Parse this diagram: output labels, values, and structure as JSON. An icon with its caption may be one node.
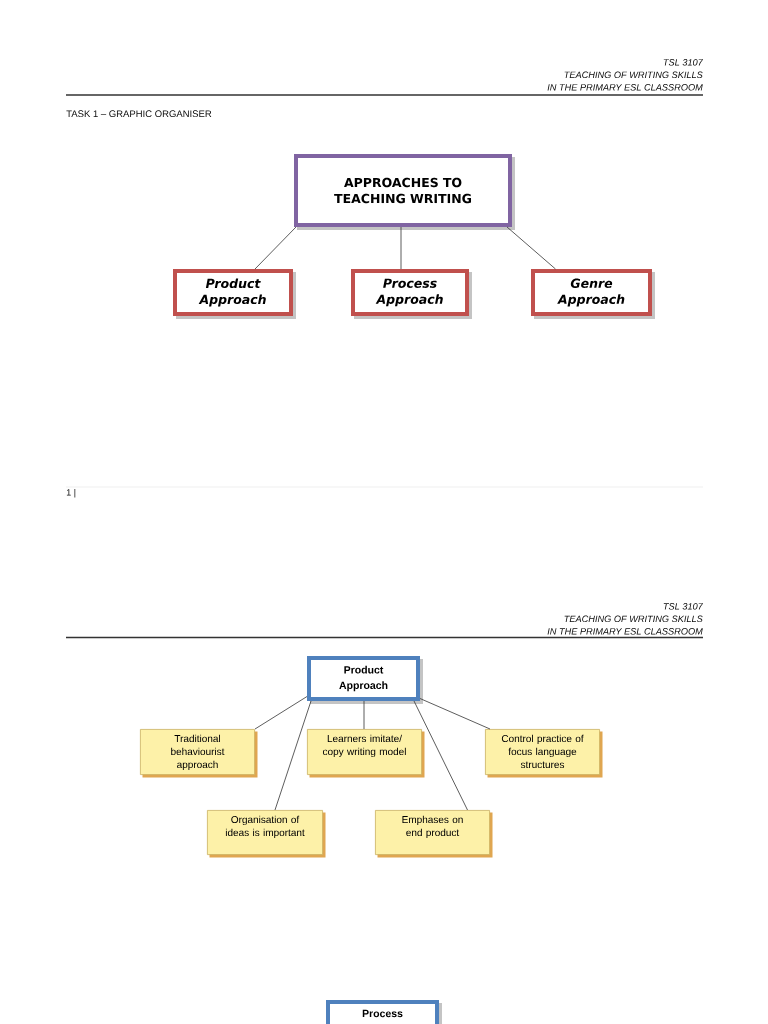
{
  "diagram": {
    "nodes": [
      {
        "text": [
          "APPROACHES TO TEACHING WRITING"
        ]
      },
      {
        "text": [
          "Product Approach"
        ]
      },
      {
        "text": [
          "Process Approach"
        ]
      },
      {
        "text": [
          "Genre Approach"
        ]
      },
      {
        "text": [
          "Product Approach"
        ]
      },
      {
        "text": [
          "Traditional behaviourist approach"
        ]
      },
      {
        "text": [
          "Learners imitate/ copy writing model"
        ]
      },
      {
        "text": [
          "Control practice of focus language structures"
        ]
      },
      {
        "text": [
          "Organisation of ideas is important"
        ]
      },
      {
        "text": [
          "Emphases on end product"
        ]
      },
      {
        "text": [
          "Process"
        ]
      }
    ],
    "edges": [
      {
        "from": 0,
        "to": 1,
        "arrow": "none"
      },
      {
        "from": 0,
        "to": 2,
        "arrow": "none"
      },
      {
        "from": 0,
        "to": 3,
        "arrow": "none"
      },
      {
        "from": 4,
        "to": 5,
        "arrow": "none"
      },
      {
        "from": 4,
        "to": 8,
        "arrow": "none"
      },
      {
        "from": 4,
        "to": 6,
        "arrow": "none"
      },
      {
        "from": 4,
        "to": 9,
        "arrow": "none"
      },
      {
        "from": 4,
        "to": 7,
        "arrow": "none"
      }
    ],
    "labels": [
      "TSL 3107",
      "TEACHING OF WRITING SKILLS",
      "IN THE PRIMARY ESL CLASSROOM",
      "TASK 1 – GRAPHIC ORGANISER",
      "1 |",
      "TSL 3107",
      "TEACHING OF WRITING SKILLS",
      "IN THE PRIMARY ESL CLASSROOM"
    ]
  }
}
